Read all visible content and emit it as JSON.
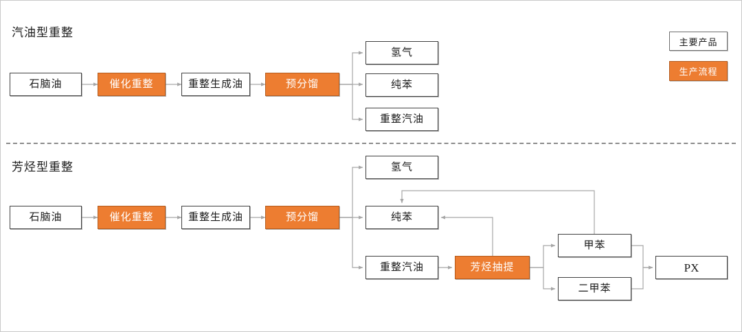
{
  "diagram": {
    "title_gasoline": "汽油型重整",
    "title_aromatics": "芳烃型重整"
  },
  "legend": {
    "product_label": "主要产品",
    "process_label": "生产流程",
    "product_color": "#FFFFFF",
    "process_color": "#ED7D31"
  },
  "gasoline_flow": {
    "naphtha": "石脑油",
    "catalytic_reforming": "催化重整",
    "reformate": "重整生成油",
    "prefractionation": "预分馏",
    "hydrogen": "氢气",
    "benzene": "纯苯",
    "reformed_gasoline": "重整汽油"
  },
  "aromatics_flow": {
    "naphtha": "石脑油",
    "catalytic_reforming": "催化重整",
    "reformate": "重整生成油",
    "prefractionation": "预分馏",
    "hydrogen": "氢气",
    "benzene": "纯苯",
    "reformed_gasoline": "重整汽油",
    "aromatics_extraction": "芳烃抽提",
    "toluene": "甲苯",
    "xylene": "二甲苯",
    "px": "PX"
  },
  "colors": {
    "process_fill": "#ED7D31",
    "product_fill": "#FFFFFF",
    "box_border": "#3F3F3F",
    "connector": "#A6A6A6",
    "divider": "#8A8A8A"
  }
}
